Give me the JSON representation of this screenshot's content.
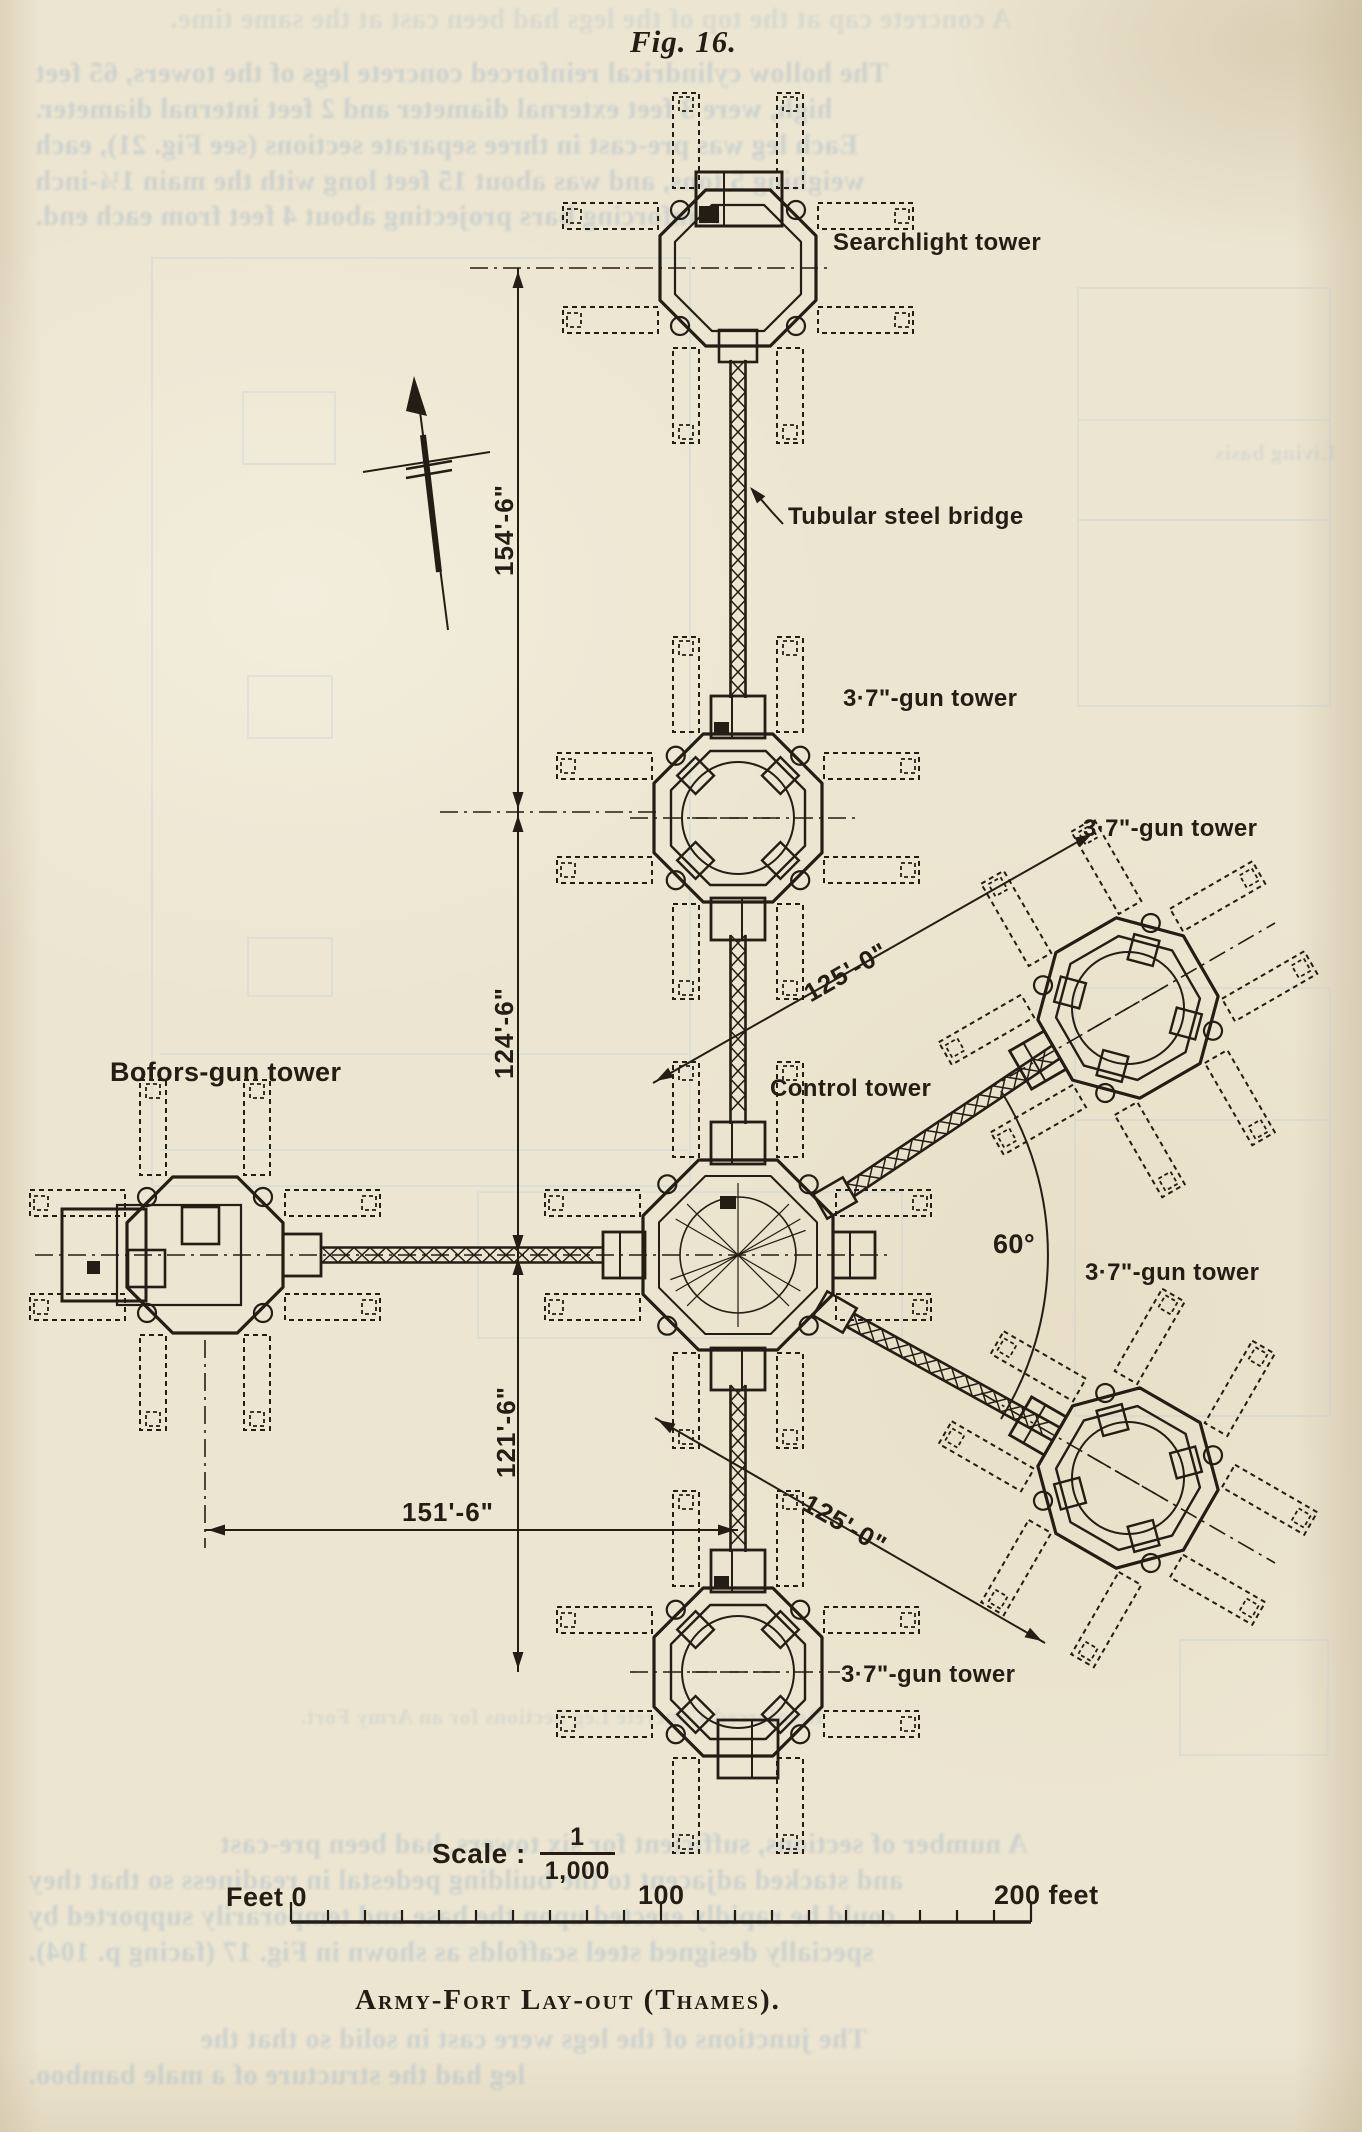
{
  "figure": {
    "label": "Fig. 16."
  },
  "caption": "Army-Fort Lay-out (Thames).",
  "labels": {
    "searchlight": "Searchlight tower",
    "bridge": "Tubular steel bridge",
    "gun_mid": "3·7\"-gun tower",
    "gun_upper_right": "3·7\"-gun tower",
    "gun_right": "3·7\"-gun tower",
    "gun_bottom": "3·7\"-gun tower",
    "control": "Control tower",
    "bofors": "Bofors-gun tower",
    "angle": "60°"
  },
  "dimensions": {
    "searchlight_to_gun": "154'-6\"",
    "gun_to_control": "124'-6\"",
    "control_to_gun": "121'-6\"",
    "bofors_to_centre": "151'-6\"",
    "control_to_upper_right": "125'-0\"",
    "control_to_lower_right": "125'-0\""
  },
  "scale": {
    "prefix": "Scale :",
    "numerator": "1",
    "denominator": "1,000",
    "tick_zero": "Feet 0",
    "tick_mid": "100",
    "tick_end": "200 feet"
  },
  "colors": {
    "ink": "#241d13",
    "paper": "#ece5d1",
    "ghost": "#a3b8c5"
  },
  "bleedthrough": {
    "top": [
      "A concrete cap at the top of the legs had been cast at the same time.",
      "The hollow cylindrical reinforced concrete legs of the towers, 65 feet",
      "high, were 3 feet external diameter and 2 feet internal diameter.",
      "Each leg was pre-cast in three separate sections (see Fig. 21), each",
      "weighing 5 tons, and was about 15 feet long with the main 1¼-inch",
      "reinforcing bars projecting about 4 feet from each end."
    ],
    "middle": [
      "Living basis"
    ],
    "bottom": [
      "Reinforced-Concrete Leg Sections for an Army Fort.",
      "A number of sections, sufficient for six towers, had been pre-cast",
      "and stacked adjacent to the building pedestal in readiness so that they",
      "could be rapidly erected upon the base and temporarily supported by",
      "specially designed steel scaffolds as shown in Fig. 17 (facing p. 104).",
      "The junctions of the legs were cast in solid so that the",
      "leg had the structure of a male bamboo."
    ]
  }
}
